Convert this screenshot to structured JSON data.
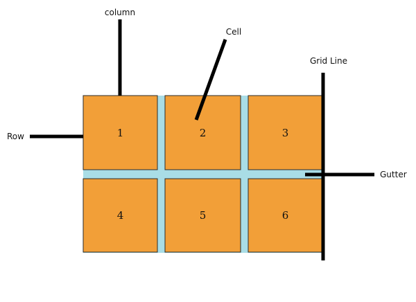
{
  "colors": {
    "cell_fill": "#f29f38",
    "cell_stroke": "#2b2b2b",
    "gutter": "#a9dde6",
    "line": "#000000"
  },
  "cells": [
    {
      "label": "1"
    },
    {
      "label": "2"
    },
    {
      "label": "3"
    },
    {
      "label": "4"
    },
    {
      "label": "5"
    },
    {
      "label": "6"
    }
  ],
  "callouts": {
    "column": "column",
    "cell": "Cell",
    "grid_line": "Grid Line",
    "row": "Row",
    "gutter": "Gutter"
  }
}
